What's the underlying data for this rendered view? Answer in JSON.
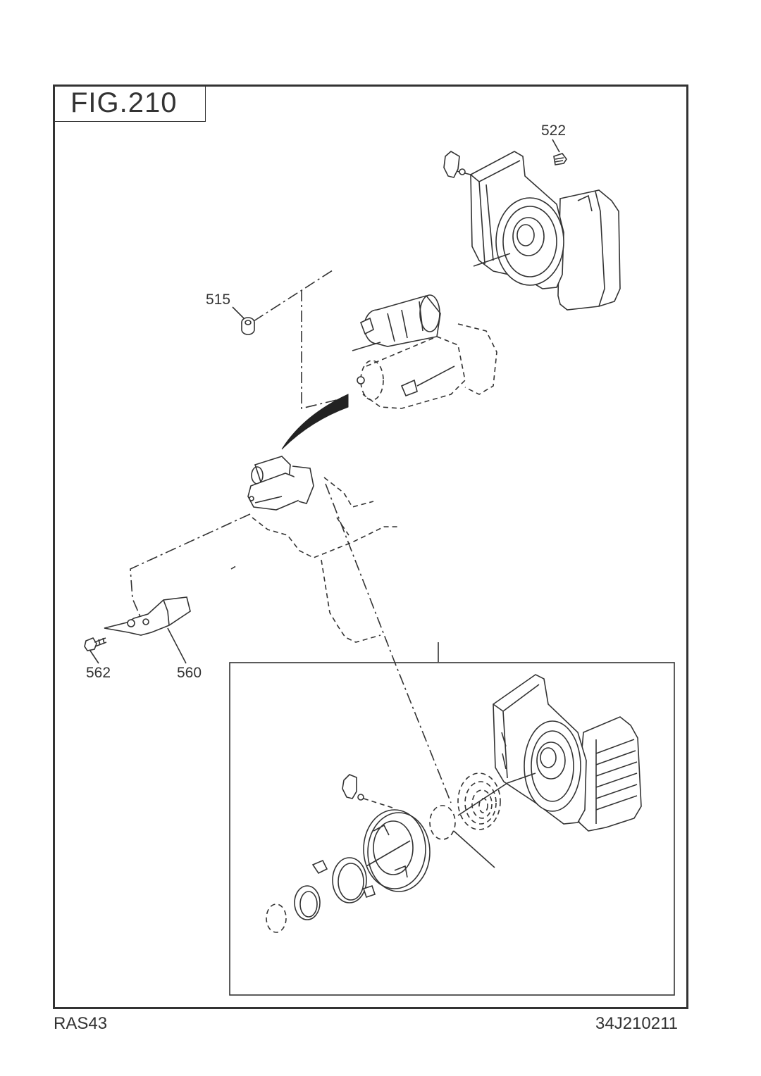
{
  "figure": {
    "title": "FIG.210"
  },
  "callouts": {
    "p522": "522",
    "p515": "515",
    "p562": "562",
    "p560": "560"
  },
  "footer": {
    "model": "RAS43",
    "code": "34J210211"
  }
}
